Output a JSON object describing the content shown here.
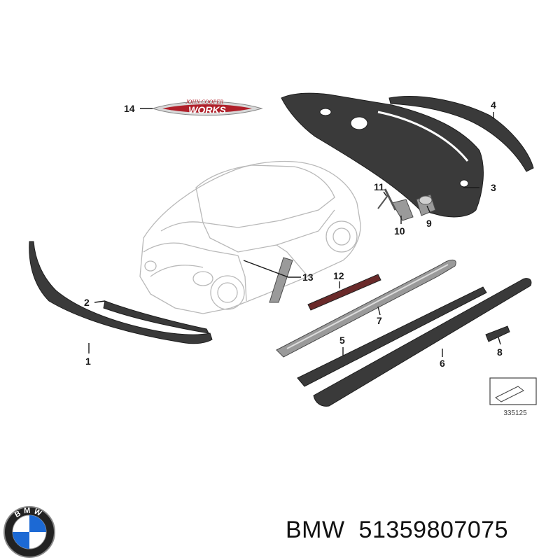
{
  "diagram": {
    "callouts": [
      "1",
      "2",
      "3",
      "4",
      "5",
      "6",
      "7",
      "8",
      "9",
      "10",
      "11",
      "12",
      "13",
      "14"
    ],
    "badge_line1": "JOHN COOPER",
    "badge_line2": "WORKS",
    "reference_number": "335125"
  },
  "footer": {
    "brand": "BMW",
    "part_number": "51359807075",
    "logo_letters": "BMW"
  },
  "colors": {
    "part_dark": "#3a3a3a",
    "badge_red": "#b0202a",
    "logo_blue": "#1c69d4"
  }
}
